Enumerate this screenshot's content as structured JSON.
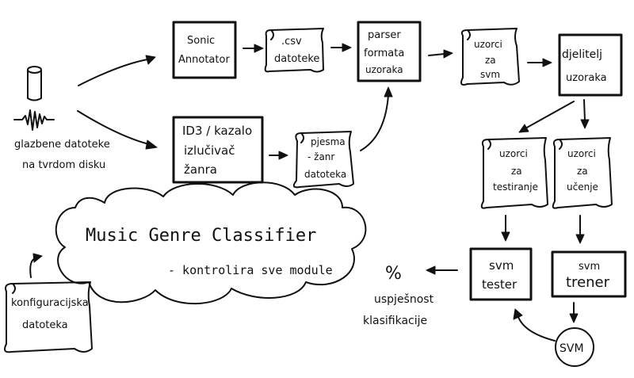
{
  "nodes": {
    "disk": {
      "line1": "glazbene datoteke",
      "line2": "na tvrdom disku"
    },
    "sonic": {
      "line1": "Sonic",
      "line2": "Annotator"
    },
    "csv": {
      "line1": ".csv",
      "line2": "datoteke"
    },
    "parser": {
      "line1": "parser",
      "line2": "formata",
      "line3": "uzoraka"
    },
    "uzorci_svm": {
      "line1": "uzorci",
      "line2": "za",
      "line3": "svm"
    },
    "djelitelj": {
      "line1": "djelitelj",
      "line2": "uzoraka"
    },
    "id3": {
      "line1": "ID3 / kazalo",
      "line2": "izlučivač",
      "line3": "žanra"
    },
    "pjesma": {
      "line1": "pjesma",
      "line2": "- žanr",
      "line3": "datoteka"
    },
    "testiranje": {
      "line1": "uzorci",
      "line2": "za",
      "line3": "testiranje"
    },
    "ucenje": {
      "line1": "uzorci",
      "line2": "za",
      "line3": "učenje"
    },
    "tester": {
      "line1": "svm",
      "line2": "tester"
    },
    "trener": {
      "line1": "svm",
      "line2": "trener"
    },
    "svm_model": {
      "label": "SVM"
    },
    "result": {
      "symbol": "%",
      "line1": "uspješnost",
      "line2": "klasifikacije"
    },
    "classifier": {
      "line1": "Music   Genre   Classifier",
      "line2": "- kontrolira sve module"
    },
    "config": {
      "line1": "konfiguracijska",
      "line2": "datoteka"
    }
  }
}
